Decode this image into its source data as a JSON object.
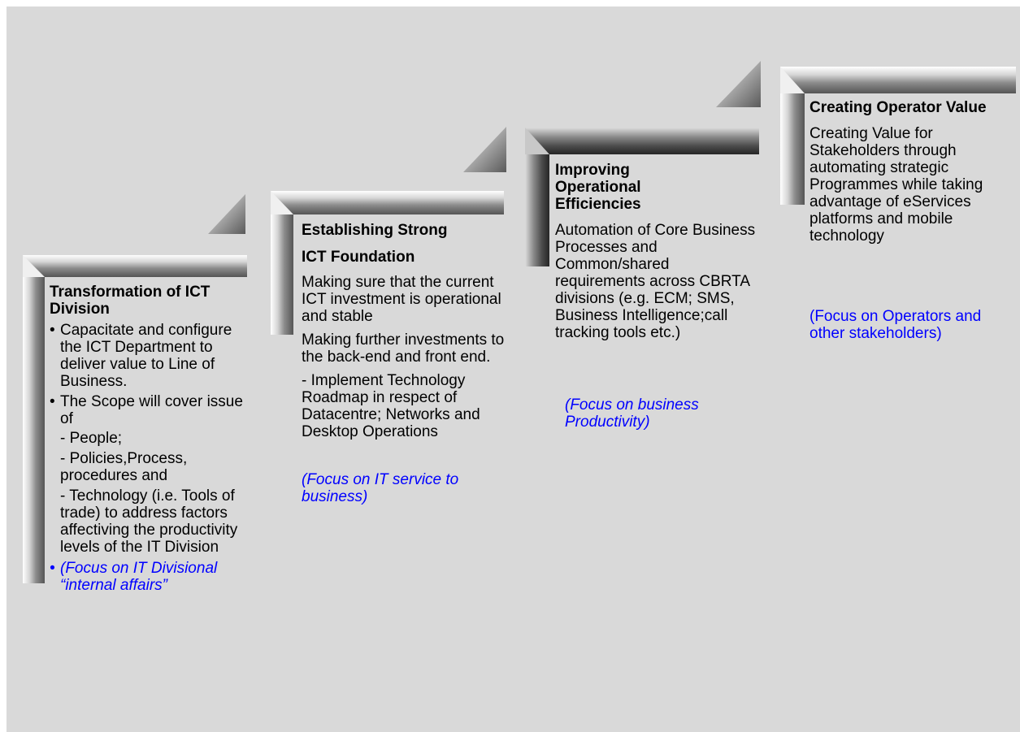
{
  "steps": [
    {
      "title": "Transformation of ICT Division",
      "bullets": [
        "Capacitate and configure the ICT Department to deliver value to Line of Business.",
        "The Scope will cover issue of"
      ],
      "sub_items": [
        "- People;",
        "- Policies,Process, procedures and",
        "- Technology (i.e. Tools of trade) to address factors affectiving the productivity levels of the IT Division"
      ],
      "focus": "(Focus on IT Divisional “internal affairs”"
    },
    {
      "title_line1": "Establishing Strong",
      "title_line2": "ICT Foundation",
      "paragraphs": [
        "Making sure that the current ICT investment is operational and stable",
        "Making further investments to the back-end and front end.",
        "- Implement Technology Roadmap in respect of Datacentre; Networks and Desktop Operations"
      ],
      "focus": "(Focus on IT service to business)"
    },
    {
      "title": "Improving Operational Efficiencies",
      "body": "Automation of Core Business Processes and Common/shared requirements across CBRTA divisions (e.g. ECM; SMS, Business Intelligence;call tracking tools etc.)",
      "focus": "(Focus on business Productivity)"
    },
    {
      "title": "Creating Operator Value",
      "body": "Creating Value for Stakeholders through automating strategic Programmes while taking advantage of eServices platforms and mobile technology",
      "focus": "(Focus on Operators and other stakeholders)"
    }
  ],
  "colors": {
    "background": "#d9d9d9",
    "focus_text": "#0000ff"
  }
}
